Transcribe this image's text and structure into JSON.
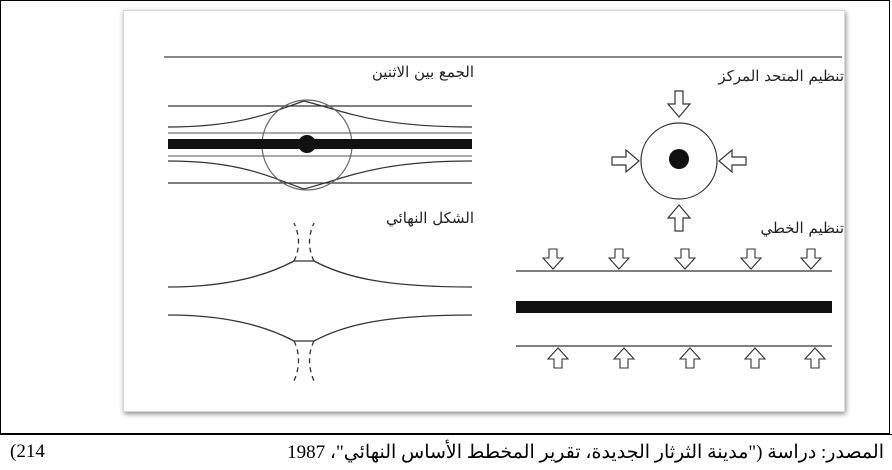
{
  "figure": {
    "label_combined": "الجمع بين الاثنين",
    "label_central": "تنظيم المتحد المركز",
    "label_final": "الشكل النهائي",
    "label_linear": "تنظيم الخطي"
  },
  "footer": {
    "caption": "المصدر: دراسة (\"مدينة الثرثار الجديدة، تقرير المخطط الأساس النهائي\"، 1987",
    "page": "(214"
  }
}
